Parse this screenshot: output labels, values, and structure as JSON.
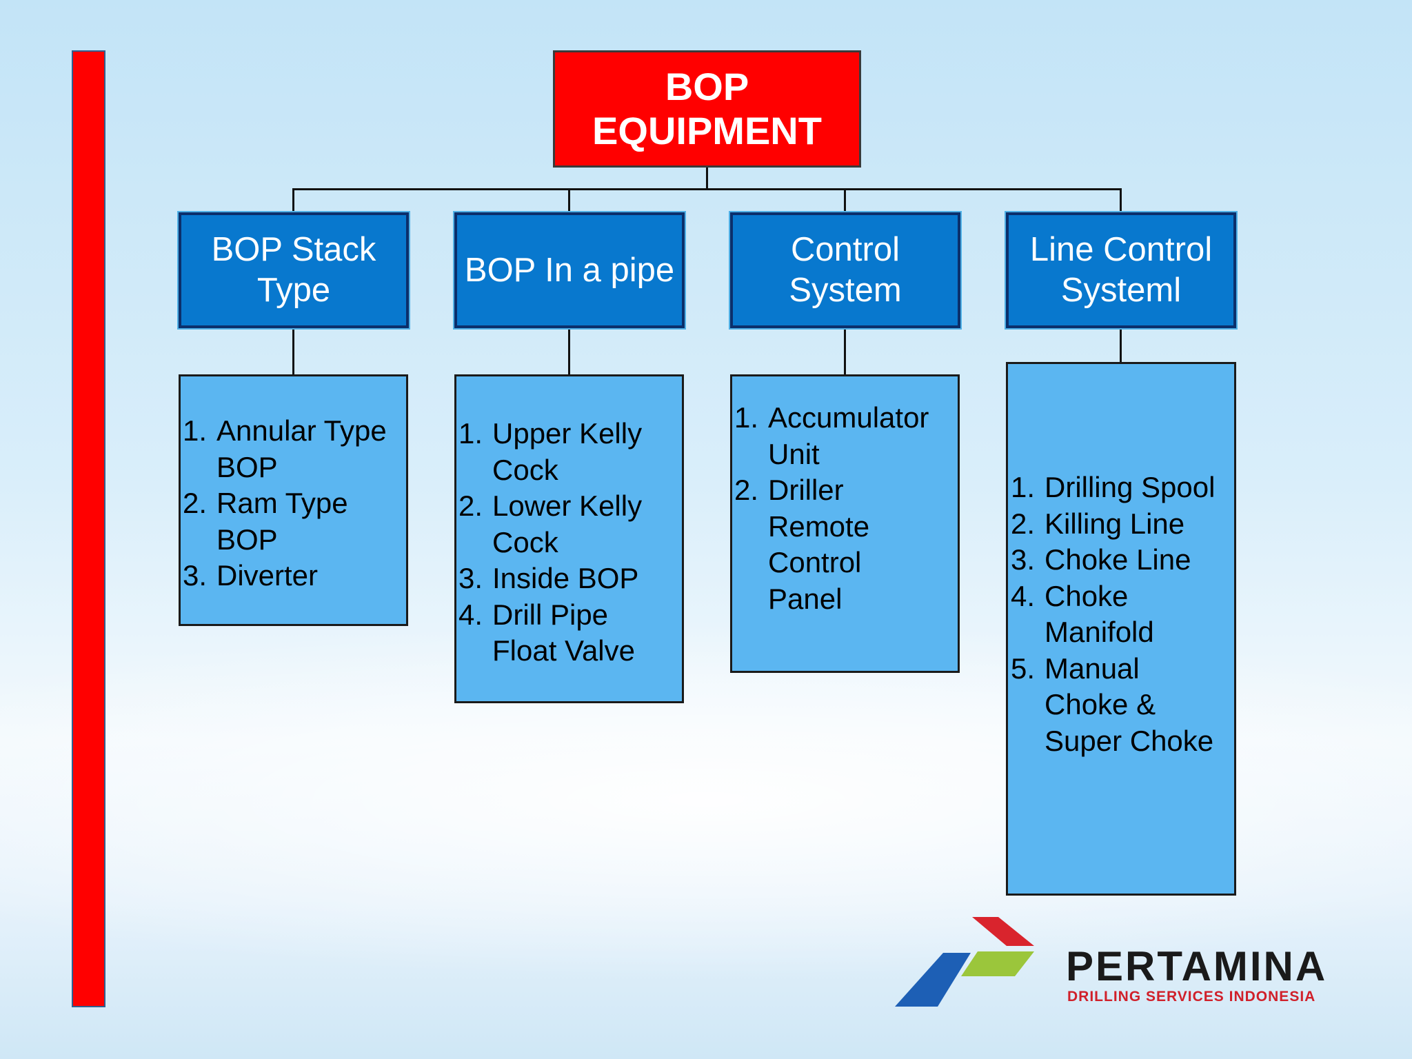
{
  "diagram": {
    "root": {
      "line1": "BOP",
      "line2": "EQUIPMENT"
    },
    "categories": [
      {
        "line1": "BOP Stack",
        "line2": "Type",
        "items": [
          {
            "num": "1.",
            "text": "Annular Type BOP"
          },
          {
            "num": "2.",
            "text": "Ram Type BOP"
          },
          {
            "num": "3.",
            "text": "Diverter"
          }
        ]
      },
      {
        "line1": "BOP In a pipe",
        "line2": "",
        "items": [
          {
            "num": "1.",
            "text": "Upper Kelly Cock"
          },
          {
            "num": "2.",
            "text": "Lower Kelly Cock"
          },
          {
            "num": "3.",
            "text": "Inside BOP"
          },
          {
            "num": "4.",
            "text": "Drill Pipe Float Valve"
          }
        ]
      },
      {
        "line1": "Control",
        "line2": "System",
        "items": [
          {
            "num": "1.",
            "text": "Accumulator Unit"
          },
          {
            "num": "2.",
            "text": "Driller Remote Control Panel"
          }
        ]
      },
      {
        "line1": "Line Control",
        "line2": "Systeml",
        "items": [
          {
            "num": "1.",
            "text": "Drilling Spool"
          },
          {
            "num": "2.",
            "text": "Killing Line"
          },
          {
            "num": "3.",
            "text": "Choke Line"
          },
          {
            "num": "4.",
            "text": "Choke Manifold"
          },
          {
            "num": "5.",
            "text": "Manual Choke & Super Choke"
          }
        ]
      }
    ]
  },
  "logo": {
    "name": "PERTAMINA",
    "subtitle": "DRILLING SERVICES INDONESIA"
  },
  "colors": {
    "root_fill": "#ff0000",
    "category_fill": "#0878ce",
    "list_fill": "#5bb6f1",
    "side_bar": "#ff0000",
    "logo_red": "#d9242d",
    "logo_green": "#9bc63b",
    "logo_blue": "#1d5fb5"
  }
}
